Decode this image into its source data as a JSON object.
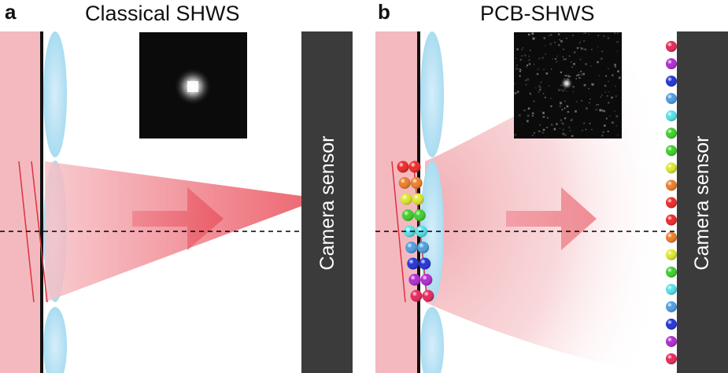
{
  "panels": [
    {
      "letter": "a",
      "title": "Classical SHWS",
      "sensor_label": "Camera sensor"
    },
    {
      "letter": "b",
      "title": "PCB-SHWS",
      "sensor_label": "Camera sensor"
    }
  ],
  "colors": {
    "beam": "#f4b9bf",
    "beam_dark": "#ec5a66",
    "lens": "#b8e3f4",
    "sensor": "#3b3b3b",
    "axis": "#000000",
    "photon_palette": [
      "#e8275a",
      "#b12ad0",
      "#2233d6",
      "#4f9ee0",
      "#56e2ea",
      "#3fcf2b",
      "#dcea2e",
      "#ee7d28",
      "#ef2727"
    ]
  },
  "panel_b_photons": {
    "sensor_column_colors": [
      "#e8275a",
      "#b12ad0",
      "#2233d6",
      "#4f9ee0",
      "#56e2ea",
      "#3fcf2b",
      "#3fcf2b",
      "#dcea2e",
      "#ee7d28",
      "#ef2727",
      "#ef2727",
      "#ee7d28",
      "#dcea2e",
      "#3fcf2b",
      "#56e2ea",
      "#4f9ee0",
      "#2233d6",
      "#b12ad0",
      "#e8275a"
    ],
    "wavefront_pair_colors": [
      "#ef2727",
      "#ee7d28",
      "#dcea2e",
      "#3fcf2b",
      "#56e2ea",
      "#4f9ee0",
      "#2233d6",
      "#b12ad0",
      "#e8275a"
    ]
  }
}
